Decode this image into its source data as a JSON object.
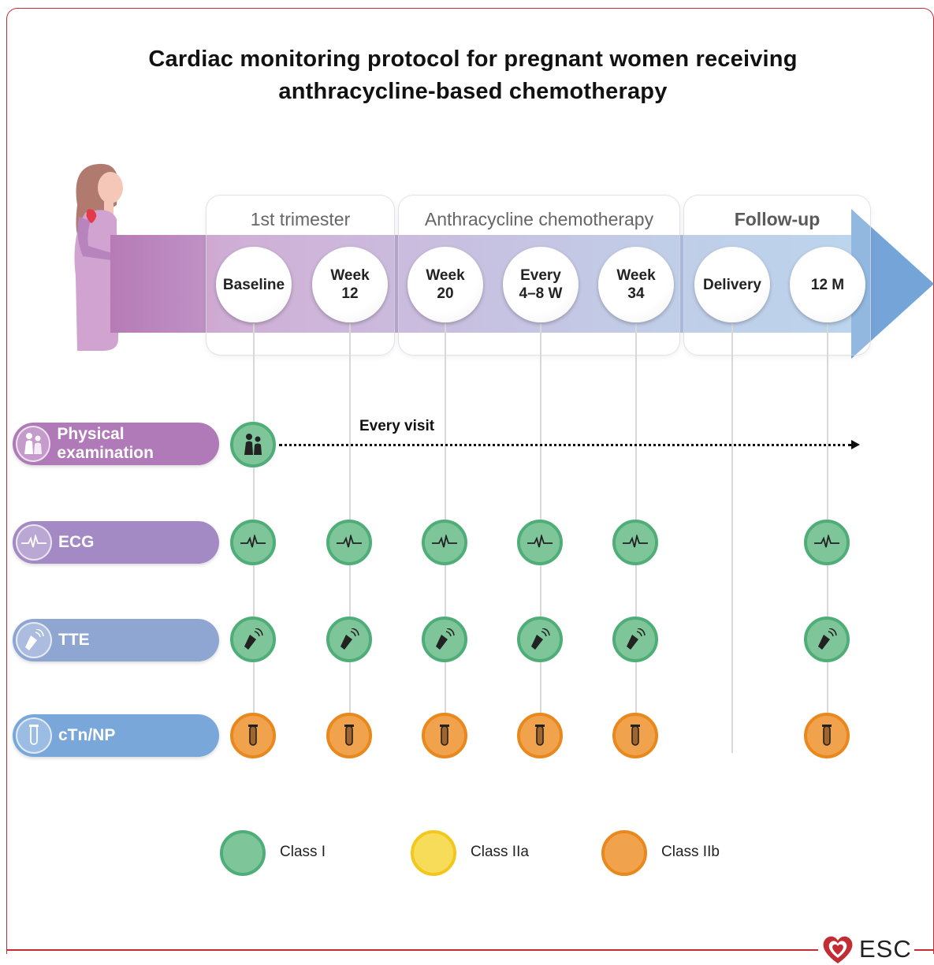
{
  "title": {
    "line1": "Cardiac monitoring protocol for pregnant women receiving",
    "line2": "anthracycline-based chemotherapy"
  },
  "phases": [
    {
      "label": "1st trimester"
    },
    {
      "label": "Anthracycline chemotherapy"
    },
    {
      "label": "Follow-up"
    }
  ],
  "timepoints": [
    {
      "line1": "Baseline",
      "line2": ""
    },
    {
      "line1": "Week",
      "line2": "12"
    },
    {
      "line1": "Week",
      "line2": "20"
    },
    {
      "line1": "Every",
      "line2": "4–8 W"
    },
    {
      "line1": "Week",
      "line2": "34"
    },
    {
      "line1": "Delivery",
      "line2": ""
    },
    {
      "line1": "12 M",
      "line2": ""
    }
  ],
  "rows": [
    {
      "label": "Physical examination",
      "icon": "doctor-patient-icon",
      "color": "#b07ab8"
    },
    {
      "label": "ECG",
      "icon": "ecg-wave-icon",
      "color": "#a48ac4"
    },
    {
      "label": "TTE",
      "icon": "ultrasound-probe-icon",
      "color": "#8fa6d3"
    },
    {
      "label": "cTn/NP",
      "icon": "test-tube-icon",
      "color": "#7aa7da"
    }
  ],
  "every_visit_label": "Every visit",
  "legend": [
    {
      "label": "Class I",
      "color": "#7fc59a"
    },
    {
      "label": "Class IIa",
      "color": "#f7dc5a"
    },
    {
      "label": "Class IIb",
      "color": "#f0a24c"
    }
  ],
  "logo_text": "ESC"
}
